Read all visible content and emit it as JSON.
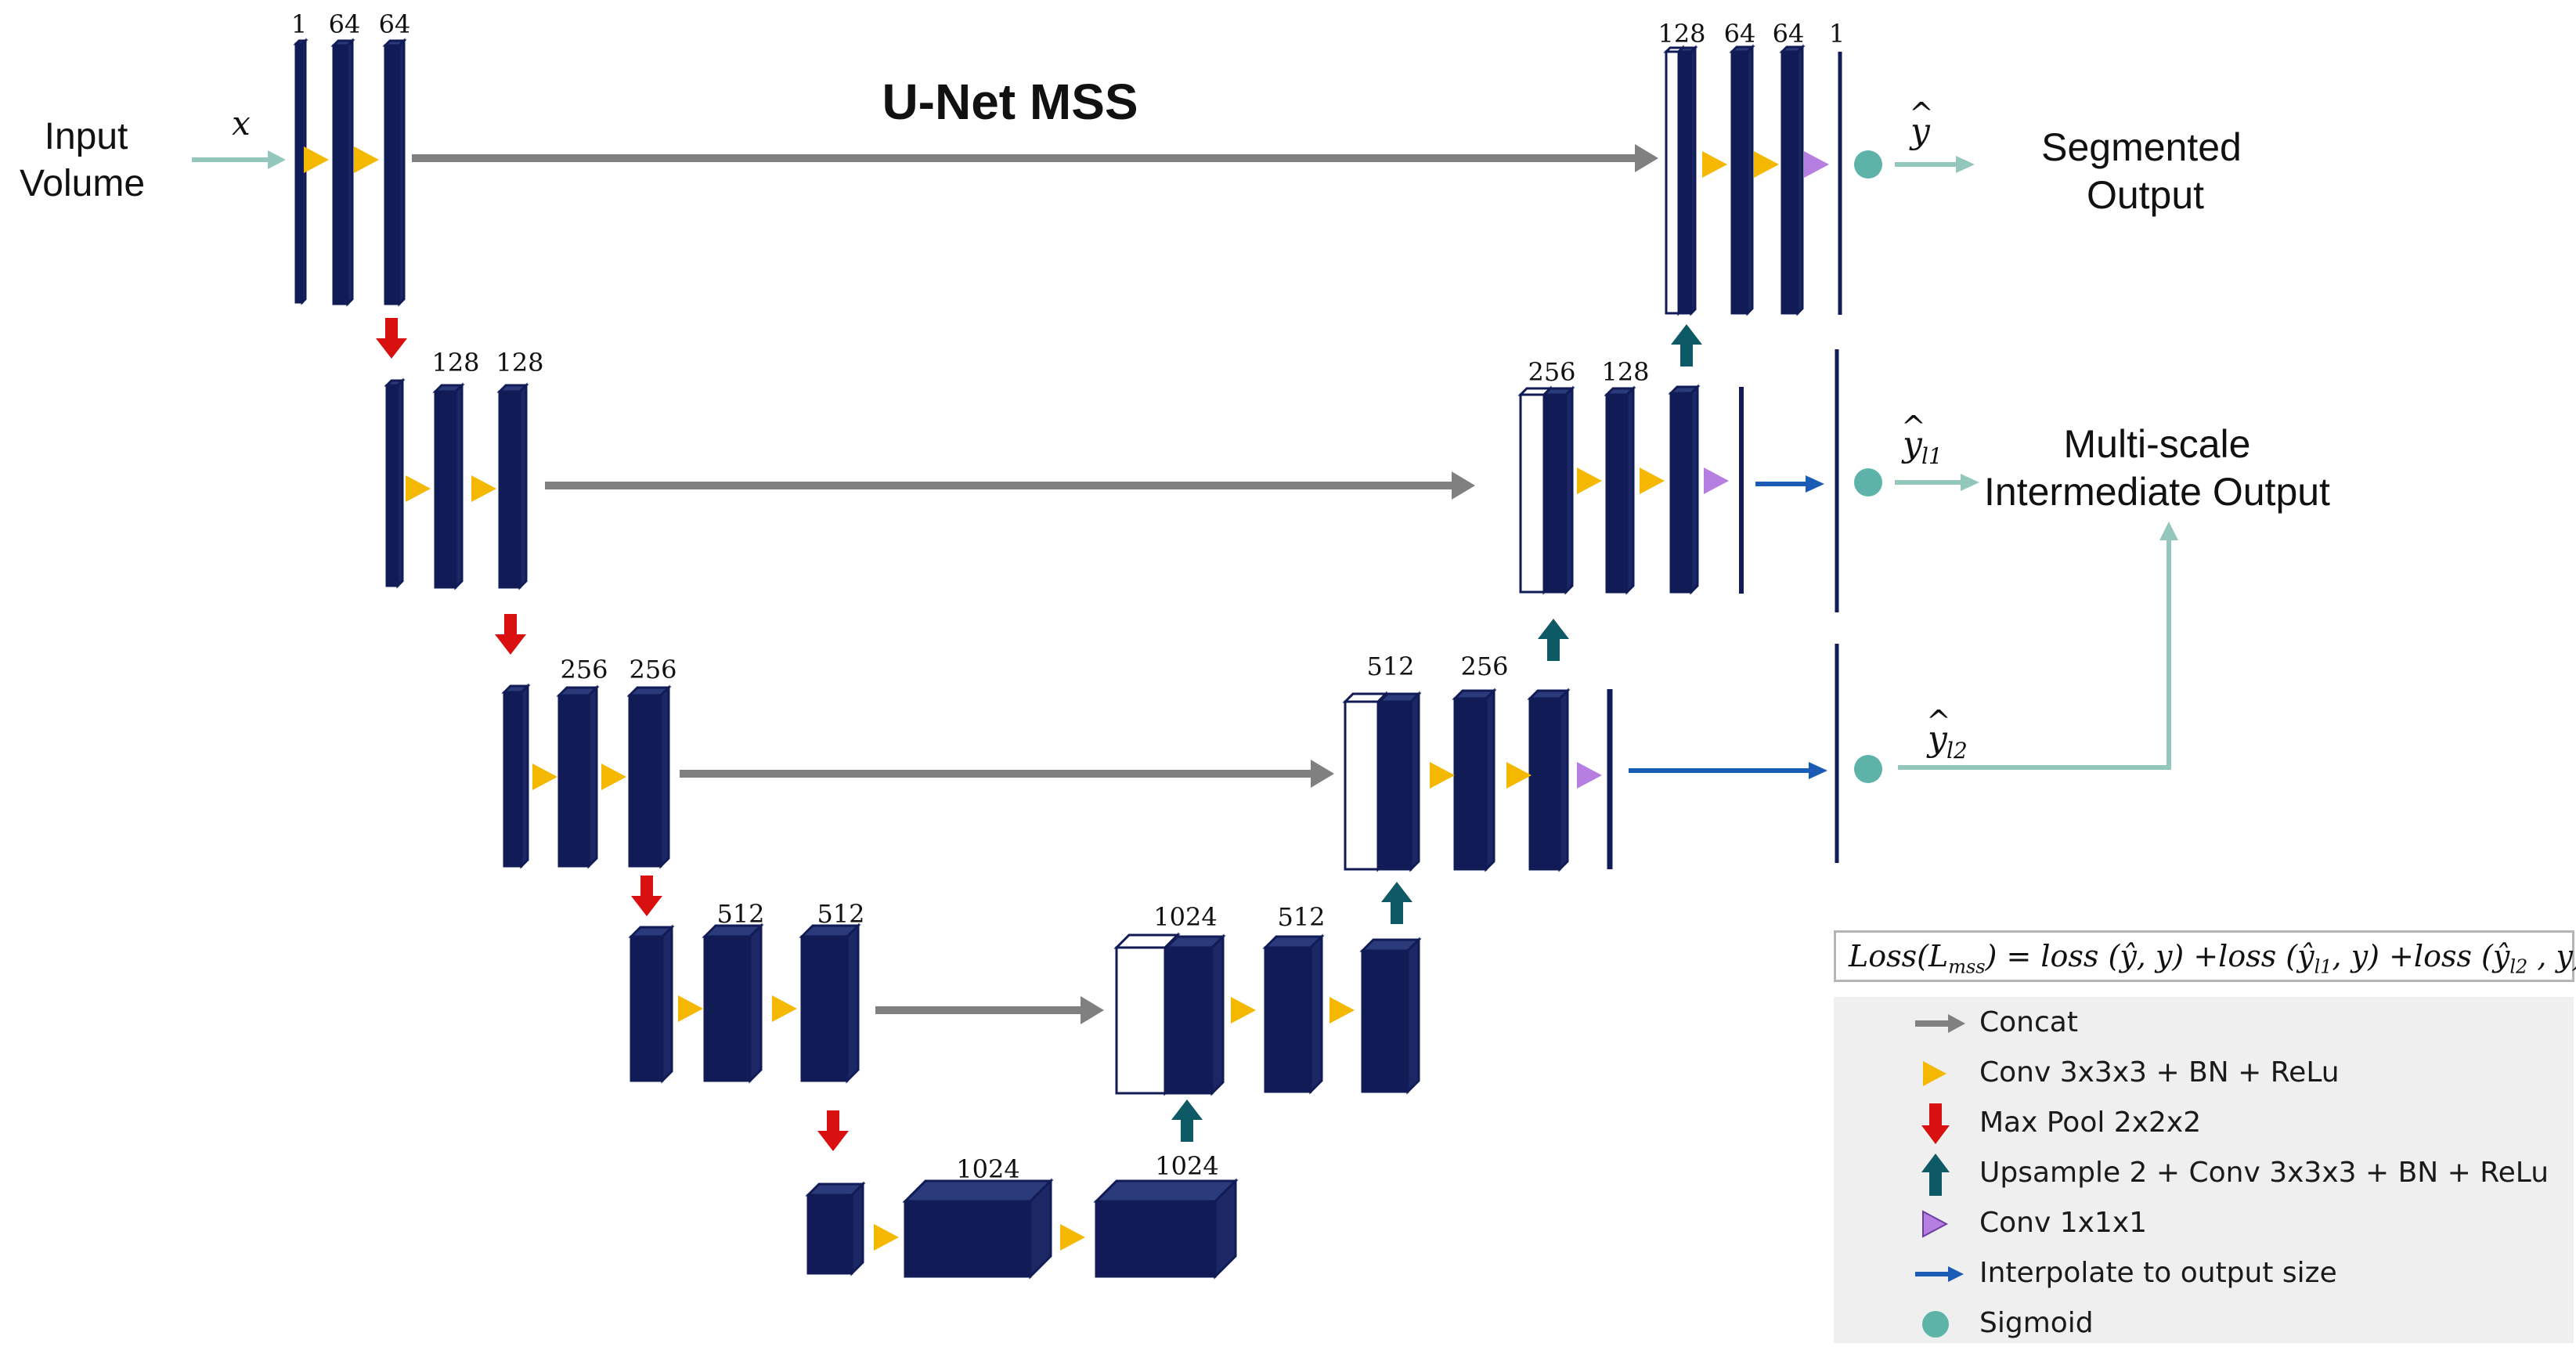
{
  "title": "U-Net MSS",
  "input_label": [
    "Input",
    "Volume"
  ],
  "input_symbol": "x",
  "outputs": {
    "segmented": {
      "lines": [
        "Segmented",
        "Output"
      ],
      "symbol_base": "y",
      "symbol_sub": ""
    },
    "intermediate": {
      "lines": [
        "Multi-scale",
        "Intermediate Output"
      ]
    },
    "l1": {
      "symbol_base": "y",
      "symbol_sub": "l1"
    },
    "l2": {
      "symbol_base": "y",
      "symbol_sub": "l2"
    }
  },
  "channel_labels": {
    "enc1": [
      "1",
      "64",
      "64"
    ],
    "enc2": [
      "128",
      "128"
    ],
    "enc3": [
      "256",
      "256"
    ],
    "enc4": [
      "512",
      "512"
    ],
    "bottleneck": [
      "1024"
    ],
    "dec4": [
      "1024",
      "512"
    ],
    "dec4_up": "1024",
    "dec3": [
      "512",
      "256"
    ],
    "dec2": [
      "256",
      "128"
    ],
    "dec1": [
      "128",
      "64",
      "64",
      "1"
    ]
  },
  "loss": {
    "lhs": "Loss(L",
    "lhs_sub": "mss",
    "rhs": ") = loss (ŷ, y) +loss (ŷ",
    "rhs_sub1": "l1",
    "mid": ", y) +loss (ŷ",
    "rhs_sub2": "l2",
    "end": " , y)"
  },
  "legend": [
    {
      "icon": "gray-arrow-icon",
      "label": "Concat"
    },
    {
      "icon": "yellow-triangle-icon",
      "label": "Conv 3x3x3 + BN + ReLu"
    },
    {
      "icon": "red-down-arrow-icon",
      "label": "Max Pool 2x2x2"
    },
    {
      "icon": "teal-up-arrow-icon",
      "label": "Upsample 2 + Conv 3x3x3 + BN + ReLu"
    },
    {
      "icon": "purple-triangle-icon",
      "label": "Conv 1x1x1"
    },
    {
      "icon": "blue-arrow-icon",
      "label": "Interpolate to output size"
    },
    {
      "icon": "teal-circle-icon",
      "label": "Sigmoid"
    }
  ],
  "colors": {
    "block_front": "#111b55",
    "block_top": "#2b3a7a",
    "block_side": "#1c2766",
    "concat_arrow": "#808080",
    "conv_triangle": "#f5b800",
    "maxpool_arrow": "#d91010",
    "upsample_arrow": "#0d5a66",
    "conv1x1_triangle": "#b57ee0",
    "interp_arrow": "#1a5bb5",
    "sigmoid_circle": "#5db3a8",
    "output_arrow": "#93c7bb"
  }
}
